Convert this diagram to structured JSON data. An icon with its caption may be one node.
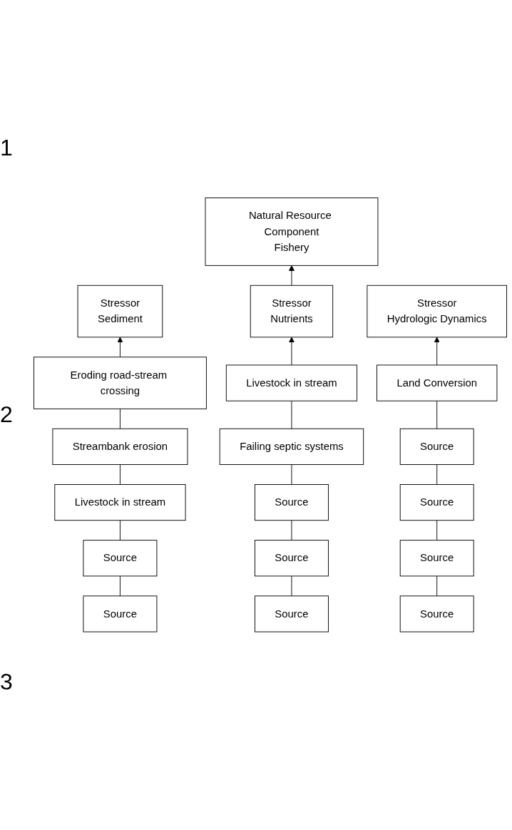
{
  "diagram": {
    "nodes": [
      {
        "text": [
          "Natural Resource Component",
          "Fishery"
        ]
      },
      {
        "text": [
          "Stressor",
          "Sediment"
        ]
      },
      {
        "text": [
          "Stressor",
          "Nutrients"
        ]
      },
      {
        "text": [
          "Stressor",
          "Hydrologic Dynamics"
        ]
      },
      {
        "text": [
          "Eroding road-stream crossing"
        ]
      },
      {
        "text": [
          "Livestock in stream"
        ]
      },
      {
        "text": [
          "Land Conversion"
        ]
      },
      {
        "text": [
          "Streambank erosion"
        ]
      },
      {
        "text": [
          "Failing septic systems"
        ]
      },
      {
        "text": [
          "Source"
        ]
      },
      {
        "text": [
          "Livestock in stream"
        ]
      },
      {
        "text": [
          "Source"
        ]
      },
      {
        "text": [
          "Source"
        ]
      },
      {
        "text": [
          "Source"
        ]
      },
      {
        "text": [
          "Source"
        ]
      },
      {
        "text": [
          "Source"
        ]
      },
      {
        "text": [
          "Source"
        ]
      },
      {
        "text": [
          "Source"
        ]
      },
      {
        "text": [
          "Source"
        ]
      }
    ],
    "edges": [
      {
        "from": 2,
        "to": 0,
        "arrow": "to"
      },
      {
        "from": 4,
        "to": 1,
        "arrow": "to"
      },
      {
        "from": 5,
        "to": 2,
        "arrow": "to"
      },
      {
        "from": 6,
        "to": 3,
        "arrow": "to"
      },
      {
        "from": 7,
        "to": 4,
        "arrow": "none"
      },
      {
        "from": 10,
        "to": 7,
        "arrow": "none"
      },
      {
        "from": 13,
        "to": 10,
        "arrow": "none"
      },
      {
        "from": 16,
        "to": 13,
        "arrow": "none"
      },
      {
        "from": 8,
        "to": 5,
        "arrow": "none"
      },
      {
        "from": 11,
        "to": 8,
        "arrow": "none"
      },
      {
        "from": 14,
        "to": 11,
        "arrow": "none"
      },
      {
        "from": 17,
        "to": 14,
        "arrow": "none"
      },
      {
        "from": 9,
        "to": 6,
        "arrow": "none"
      },
      {
        "from": 12,
        "to": 9,
        "arrow": "none"
      },
      {
        "from": 15,
        "to": 12,
        "arrow": "none"
      },
      {
        "from": 18,
        "to": 15,
        "arrow": "none"
      }
    ],
    "labels": [
      "1",
      "2",
      "3"
    ]
  }
}
